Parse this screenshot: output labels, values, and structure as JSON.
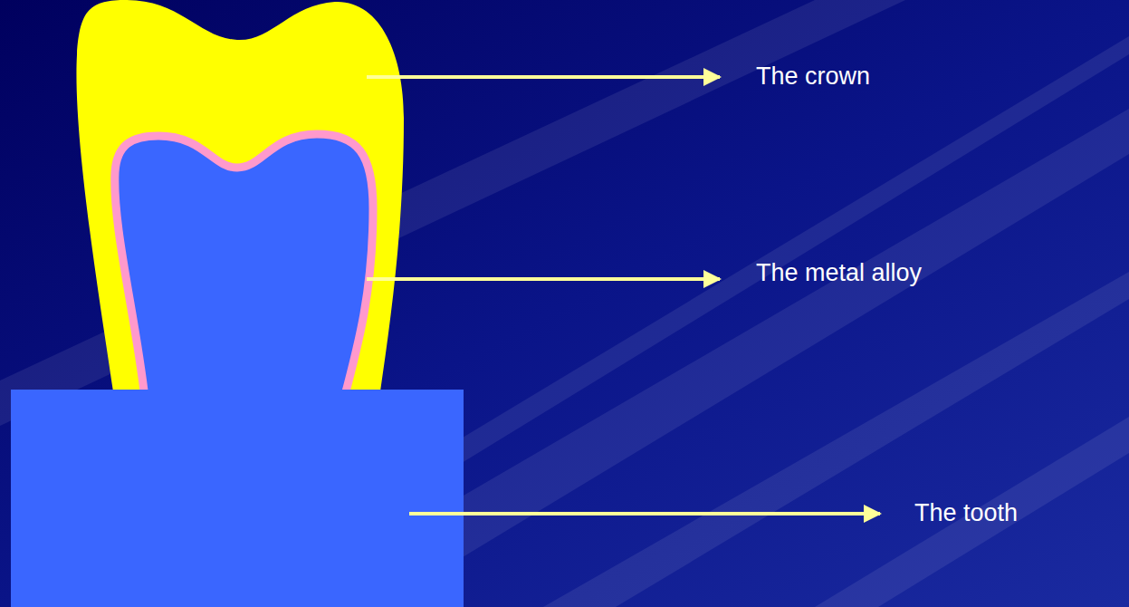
{
  "diagram": {
    "labels": [
      "The crown",
      "The metal alloy",
      "The tooth"
    ]
  }
}
